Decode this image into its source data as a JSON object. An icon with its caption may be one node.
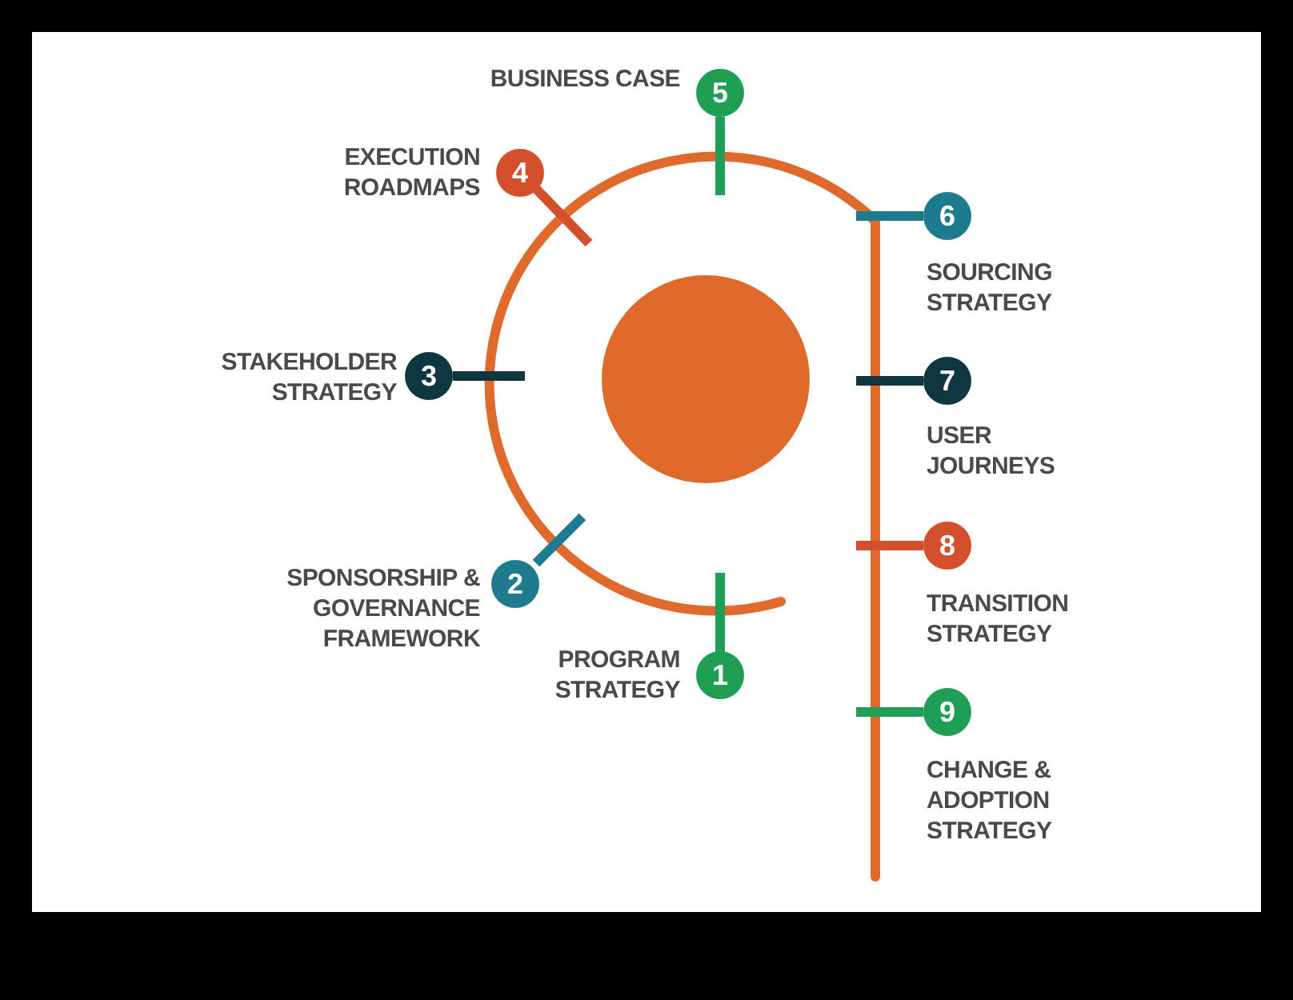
{
  "diagram": {
    "nodes": [
      {
        "text": [
          "1"
        ],
        "beside": [
          "PROGRAM STRATEGY"
        ]
      },
      {
        "text": [
          "2"
        ],
        "beside": [
          "SPONSORSHIP & GOVERNANCE FRAMEWORK"
        ]
      },
      {
        "text": [
          "3"
        ],
        "beside": [
          "STAKEHOLDER STRATEGY"
        ]
      },
      {
        "text": [
          "4"
        ],
        "beside": [
          "EXECUTION ROADMAPS"
        ]
      },
      {
        "text": [
          "5"
        ],
        "beside": [
          "BUSINESS CASE"
        ]
      },
      {
        "text": [
          "6"
        ],
        "beside": [
          "SOURCING STRATEGY"
        ]
      },
      {
        "text": [
          "7"
        ],
        "beside": [
          "USER JOURNEYS"
        ]
      },
      {
        "text": [
          "8"
        ],
        "beside": [
          "TRANSITION STRATEGY"
        ]
      },
      {
        "text": [
          "9"
        ],
        "beside": [
          "CHANGE & ADOPTION STRATEGY"
        ]
      },
      {
        "text": [],
        "shape": "circle"
      }
    ],
    "edges": []
  }
}
